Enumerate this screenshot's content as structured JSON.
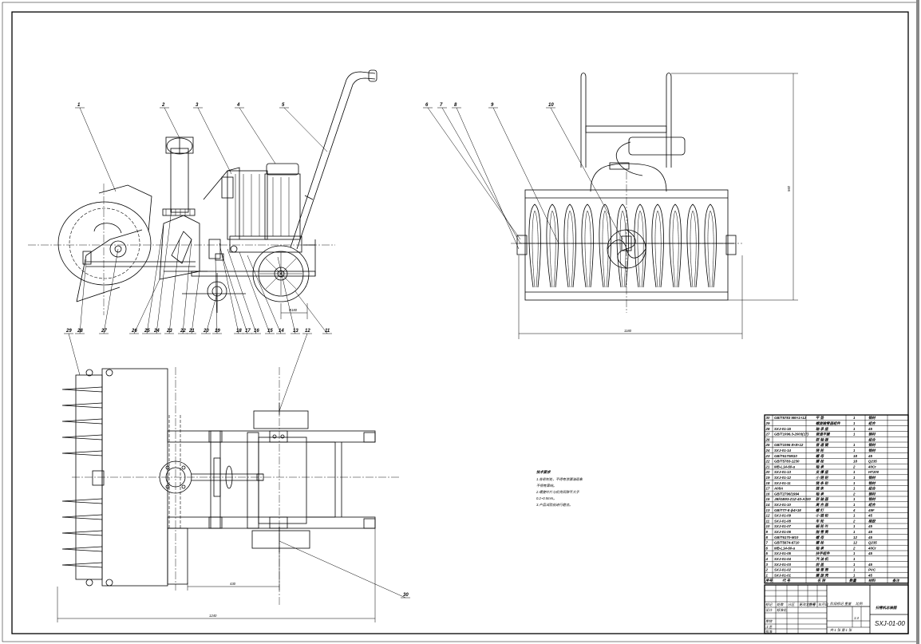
{
  "drawing_number": "SXJ-01-00",
  "drawing_title": "扫雪机总装图",
  "tech_requirements": {
    "title": "技术要求",
    "lines": [
      "1.各密封处，不得有渗漏油现象",
      "不得有异响。",
      "2.螺旋叶片与机壳间隙不大于",
      "0.2~0.5mm。",
      "3.产品试验前进行磨合。"
    ]
  },
  "dimensions": {
    "side_wheel_radius": "R180",
    "front_width": "1180",
    "front_height": "560",
    "plan_length": "1240",
    "plan_offset": "430"
  },
  "balloons_side": [
    "1",
    "2",
    "3",
    "4",
    "5",
    "11",
    "13",
    "14",
    "15",
    "16",
    "17",
    "18",
    "19",
    "20",
    "21",
    "22",
    "23",
    "24",
    "25",
    "26",
    "27",
    "28",
    "29"
  ],
  "balloons_front": [
    "6",
    "7",
    "8",
    "9",
    "10"
  ],
  "balloons_plan": [
    "12",
    "30"
  ],
  "bom_rows": [
    [
      "30",
      "GB/T5783 M6×1×12",
      "平 垫",
      "1",
      "钢材"
    ],
    [
      "29",
      "",
      "螺旋输雪器组件",
      "1",
      "组合"
    ],
    [
      "28",
      "SXJ-01-15",
      "轴 承 座",
      "1",
      "45"
    ],
    [
      "27",
      "GB/T1096.3-2003(17)",
      "普通平键",
      "1",
      "钢材"
    ],
    [
      "26",
      "",
      "联 轴 器",
      "",
      "组合"
    ],
    [
      "25",
      "GB/T1096 8×8×12",
      "普 通 键",
      "1",
      "钢材"
    ],
    [
      "24",
      "SXJ-01-14",
      "链 轮",
      "1",
      "钢材"
    ],
    [
      "23",
      "GB/T6170M10",
      "螺 母",
      "18",
      "45"
    ],
    [
      "22",
      "GB/T5783-1230",
      "螺 栓",
      "18",
      "Q235"
    ],
    [
      "21",
      "MB-L14-60-a",
      "轴 承",
      "2",
      "40Cr"
    ],
    [
      "20",
      "SXJ-01-13",
      "支 撑 座",
      "1",
      "HT200"
    ],
    [
      "19",
      "SXJ-01-12",
      "小 链 轮",
      "1",
      "钢材"
    ],
    [
      "18",
      "SXJ-01-11",
      "链 条 轮",
      "1",
      "钢材"
    ],
    [
      "17",
      "A08A",
      "链 条",
      "1",
      "组合"
    ],
    [
      "16",
      "GB/T2796/1994",
      "轴 承",
      "2",
      "钢材"
    ],
    [
      "15",
      "JB/GB93-Z1Z-40-A300",
      "联 轴 器",
      "1",
      "钢材"
    ],
    [
      "14",
      "SXJ-01-10",
      "离 合 器",
      "1",
      "组合"
    ],
    [
      "13",
      "GB/T77-8 ϕ4×18",
      "螺 钉",
      "4",
      "45F"
    ],
    [
      "12",
      "SXJ-01-09",
      "小 链 轮",
      "1",
      "45"
    ],
    [
      "11",
      "SXJ-01-08",
      "车 轮",
      "2",
      "橡胶"
    ],
    [
      "10",
      "SXJ-01-07",
      "蜗 轮 叶",
      "1",
      "45"
    ],
    [
      "9",
      "SXJ-01-06",
      "抛 雪 筒",
      "1",
      "45"
    ],
    [
      "8",
      "GB/T6170-M10",
      "螺 母",
      "12",
      "45"
    ],
    [
      "7",
      "GB/T5674-6710",
      "螺 栓",
      "12",
      "Q235"
    ],
    [
      "6",
      "MB-L14-60-a",
      "轴 承",
      "2",
      "40Cr"
    ],
    [
      "5",
      "SXJ-01-05",
      "扶手组件",
      "1",
      "45"
    ],
    [
      "4",
      "SXJ-01-04",
      "汽 油 机",
      "1",
      ""
    ],
    [
      "3",
      "SXJ-01-03",
      "前 盖",
      "1",
      "45"
    ],
    [
      "2",
      "SXJ-01-02",
      "输 雪 筒",
      "1",
      "PVC"
    ],
    [
      "1",
      "SXJ-01-01",
      "螺 旋 壳",
      "1",
      "45"
    ]
  ],
  "bom_header": [
    "序号",
    "代 号",
    "名 称",
    "数量",
    "材料",
    "备注"
  ],
  "title_block": {
    "left_labels": [
      "标记",
      "处数",
      "分区",
      "更改文件号",
      "签名",
      "年月日",
      "设计",
      "标准化",
      "阶段标记",
      "重量",
      "比例",
      "审核",
      "工艺",
      "批准"
    ],
    "scale": "1:4",
    "sheet": "共 1 张 第 1 张"
  }
}
